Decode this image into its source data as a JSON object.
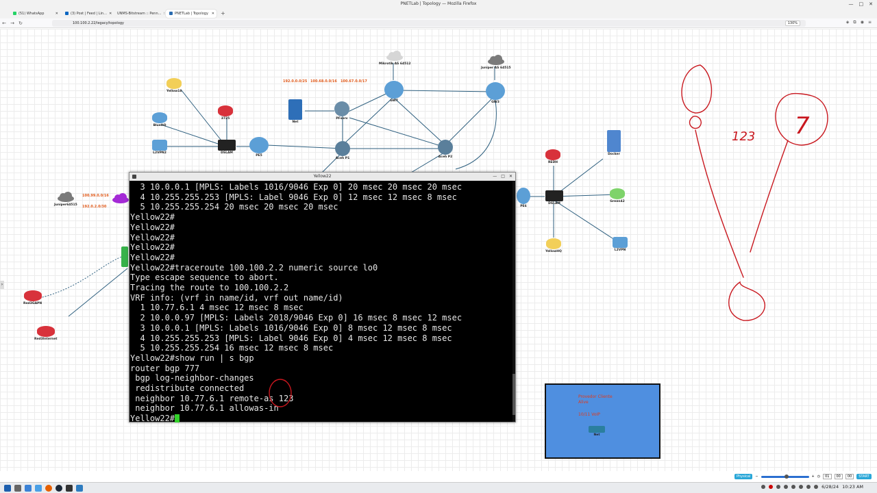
{
  "browser": {
    "window_title": "PNETLab | Topology — Mozilla Firefox",
    "tabs": [
      {
        "label": "(51) WhatsApp",
        "color": "#25d366",
        "active": false
      },
      {
        "label": "(3) Post | Feed | Lin…",
        "color": "#0a66c2",
        "active": false
      },
      {
        "label": "UNMS-Bitstream :: Penn…",
        "color": "#888888",
        "active": false
      },
      {
        "label": "PNETLab | Topology",
        "color": "#2b6cb0",
        "active": true
      }
    ],
    "new_tab": "+",
    "url": "100.100.2.22/legacy/topology",
    "zoom": "130%"
  },
  "topology": {
    "nodes": {
      "mikrotik_cloud": "Mikrotik AS 64512",
      "juniper_cloud_top": "Juniper AS 64515",
      "yellow18": "Yellow18",
      "r3725": "3725",
      "bluehq": "BlueHQ",
      "l2vpn2": "L2VPN2",
      "dslam_left": "DSLAM",
      "pe5": "PE5",
      "net": "Net",
      "pfserv": "PFserv",
      "gw7": "GW7",
      "gw3": "GW3",
      "aceh_p1": "Aceh P1",
      "aceh_p2": "Aceh P2",
      "redh": "REDH",
      "docker": "Docker",
      "dslam_right": "DSLAM",
      "pe6": "PE6",
      "green42": "Green42",
      "yellowhq": "YellowHQ",
      "l2vpn": "L2VPN",
      "juniper_left": "Juniper64515",
      "red3gapn": "Red3GAPN",
      "red3internet": "Red3Internet"
    },
    "red_labels": {
      "subnet_a": "192.0.0.0/25",
      "subnet_b": "100.68.0.0/16",
      "subnet_c": "100.67.0.0/17",
      "left_a": "100.99.0.0/16",
      "left_b": "192.0.2.0/30"
    },
    "blue_box": {
      "line1": "Provedor Cliente",
      "line2": "Alive",
      "line3": "10/11 VoIP",
      "node": "Net"
    }
  },
  "terminal": {
    "title": "Yellow22",
    "lines": [
      "  3 10.0.0.1 [MPLS: Labels 1016/9046 Exp 0] 20 msec 20 msec 20 msec",
      "  4 10.255.255.253 [MPLS: Label 9046 Exp 0] 12 msec 12 msec 8 msec",
      "  5 10.255.255.254 20 msec 20 msec 20 msec",
      "Yellow22#",
      "Yellow22#",
      "Yellow22#",
      "Yellow22#",
      "Yellow22#",
      "Yellow22#traceroute 100.100.2.2 numeric source lo0",
      "Type escape sequence to abort.",
      "Tracing the route to 100.100.2.2",
      "VRF info: (vrf in name/id, vrf out name/id)",
      "  1 10.77.6.1 4 msec 12 msec 8 msec",
      "  2 10.0.0.97 [MPLS: Labels 2018/9046 Exp 0] 16 msec 8 msec 12 msec",
      "  3 10.0.0.1 [MPLS: Labels 1016/9046 Exp 0] 8 msec 12 msec 8 msec",
      "  4 10.255.255.253 [MPLS: Label 9046 Exp 0] 4 msec 12 msec 8 msec",
      "  5 10.255.255.254 16 msec 12 msec 8 msec",
      "Yellow22#show run | s bgp",
      "router bgp 777",
      " bgp log-neighbor-changes",
      " redistribute connected",
      " neighbor 10.77.6.1 remote-as 123",
      " neighbor 10.77.6.1 allowas-in"
    ],
    "prompt": "Yellow22#"
  },
  "controls": {
    "physical": "Physical",
    "time_h": "01",
    "time_m": "00",
    "time_s": "00",
    "start": "START"
  },
  "taskbar": {
    "date": "6/28/24",
    "time": "10:23 AM"
  },
  "handwriting": {
    "left_number": "123",
    "right_number": "7"
  }
}
